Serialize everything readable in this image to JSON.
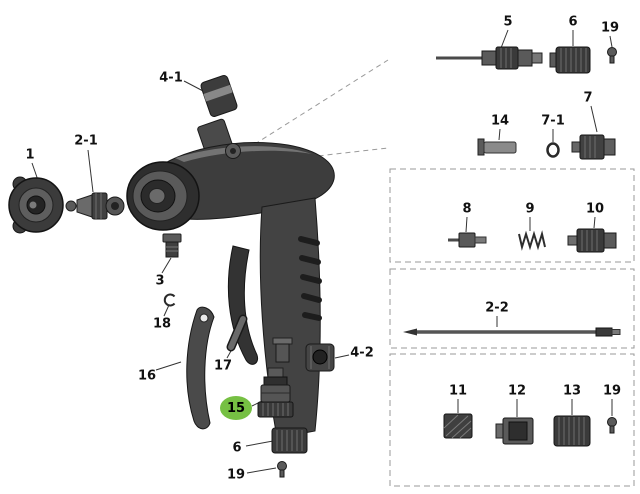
{
  "diagram": {
    "type": "exploded-parts-diagram",
    "subject": "spray gun",
    "highlight_color": "#76c043",
    "selected_part": "15",
    "parts": [
      {
        "label": "1"
      },
      {
        "label": "2-1"
      },
      {
        "label": "4-1"
      },
      {
        "label": "3"
      },
      {
        "label": "18"
      },
      {
        "label": "16"
      },
      {
        "label": "17"
      },
      {
        "label": "15",
        "highlighted": true
      },
      {
        "label": "6"
      },
      {
        "label": "19"
      },
      {
        "label": "4-2"
      },
      {
        "label": "5"
      },
      {
        "label": "6"
      },
      {
        "label": "19"
      },
      {
        "label": "14"
      },
      {
        "label": "7-1"
      },
      {
        "label": "7"
      },
      {
        "label": "8"
      },
      {
        "label": "9"
      },
      {
        "label": "10"
      },
      {
        "label": "2-2"
      },
      {
        "label": "11"
      },
      {
        "label": "12"
      },
      {
        "label": "13"
      },
      {
        "label": "19"
      }
    ],
    "groups": [
      {
        "name": "group-box-1",
        "parts": [
          "8",
          "9",
          "10"
        ]
      },
      {
        "name": "group-box-2",
        "parts": [
          "2-2"
        ]
      },
      {
        "name": "group-box-3",
        "parts": [
          "11",
          "12",
          "13",
          "19"
        ]
      }
    ]
  }
}
